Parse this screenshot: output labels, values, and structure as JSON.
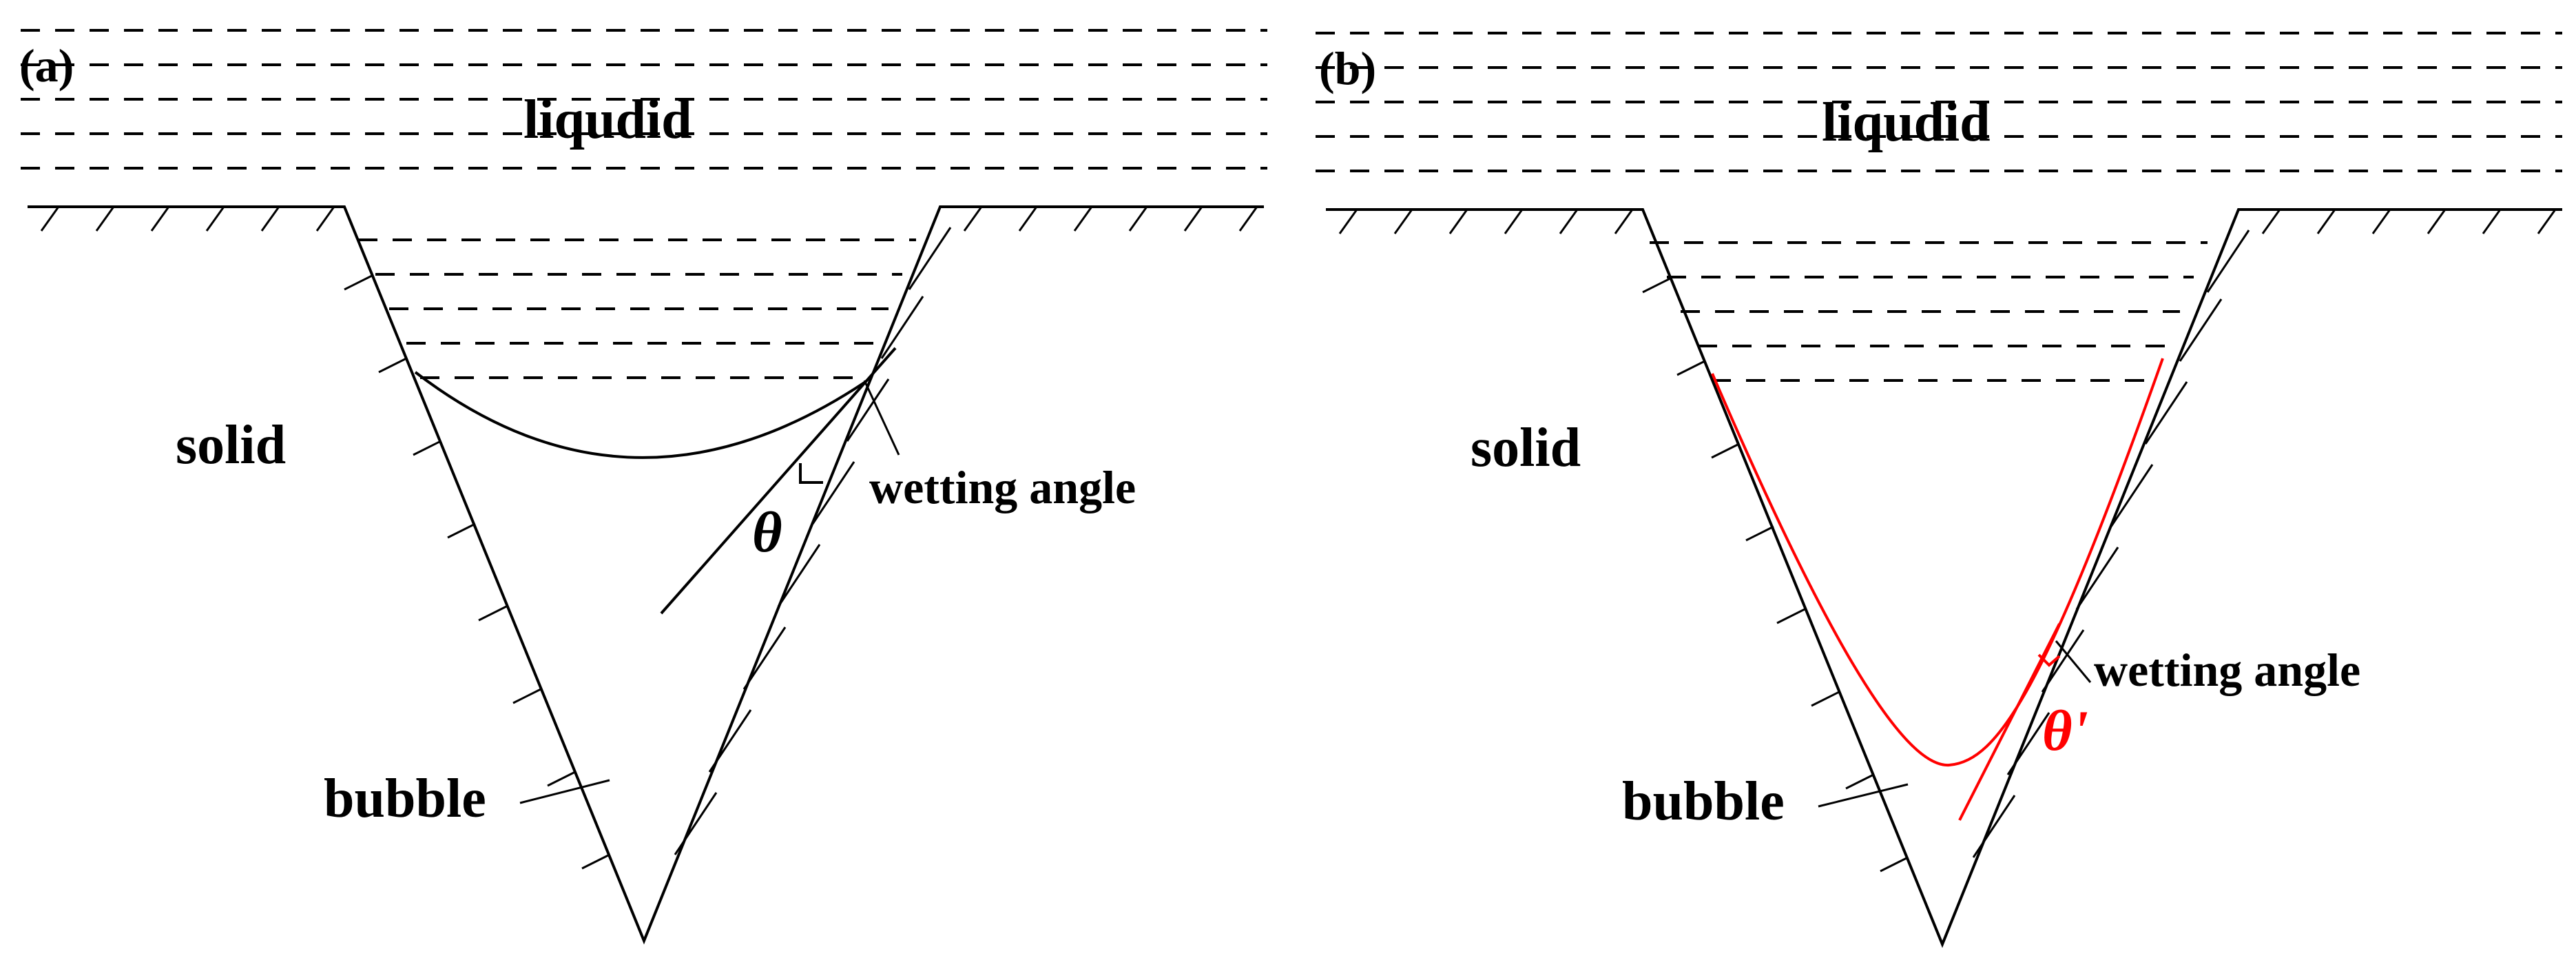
{
  "figure": {
    "panels": [
      {
        "id": "a",
        "tag": "(a)",
        "liquid_label": "liqudid",
        "solid_label": "solid",
        "bubble_label": "bubble",
        "wetting_label": "wetting angle",
        "angle_symbol": "θ",
        "angle_color": "#000000",
        "interface_color": "#000000",
        "interface_shape": "shallow concave meniscus spanning the groove"
      },
      {
        "id": "b",
        "tag": "(b)",
        "liquid_label": "liqudid",
        "solid_label": "solid",
        "bubble_label": "bubble",
        "wetting_label": "wetting angle",
        "angle_symbol": "θ'",
        "angle_color": "#ff0000",
        "interface_color": "#ff0000",
        "interface_shape": "deep curved meniscus reaching toward the groove bottom"
      }
    ],
    "colors": {
      "lines": "#000000",
      "accent": "#ff0000",
      "background": "#ffffff"
    }
  }
}
